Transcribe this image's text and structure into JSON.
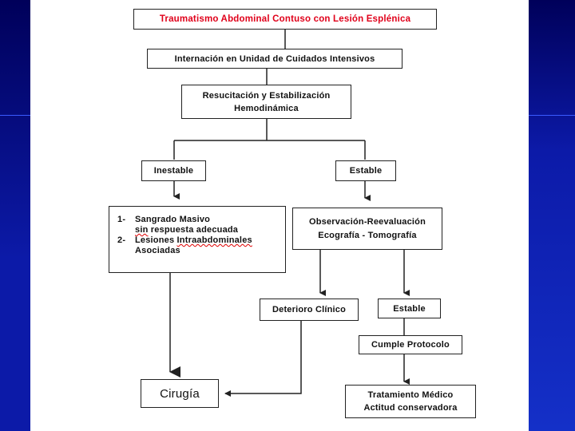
{
  "title_box": "Traumatismo Abdominal Contuso con Lesión Esplénica",
  "icu_box": "Internación en Unidad de Cuidados Intensivos",
  "resus_box": {
    "line1": "Resucitación y Estabilización",
    "line2": "Hemodinámica"
  },
  "unstable_box": "Inestable",
  "stable_box": "Estable",
  "criteria_box": {
    "items": [
      {
        "num": "1-",
        "line1": "Sangrado Masivo",
        "line2_a": "sin",
        "line2_b": " respuesta adecuada"
      },
      {
        "num": "2-",
        "line1_a": "Lesiones ",
        "line1_b": "Intraabdominales",
        "line2": "Asociadas"
      }
    ]
  },
  "observation_box": {
    "line1": "Observación-Reevaluación",
    "line2": "Ecografía  - Tomografía"
  },
  "deterioration_box": "Deterioro Clínico",
  "stable2_box": "Estable",
  "protocol_box": "Cumple Protocolo",
  "surgery_box": "Cirugía",
  "treatment_box": {
    "line1": "Tratamiento Médico",
    "line2": "Actitud conservadora"
  },
  "colors": {
    "background": "#0a0a8c",
    "panel": "#ffffff",
    "title_text": "#e0001a"
  }
}
